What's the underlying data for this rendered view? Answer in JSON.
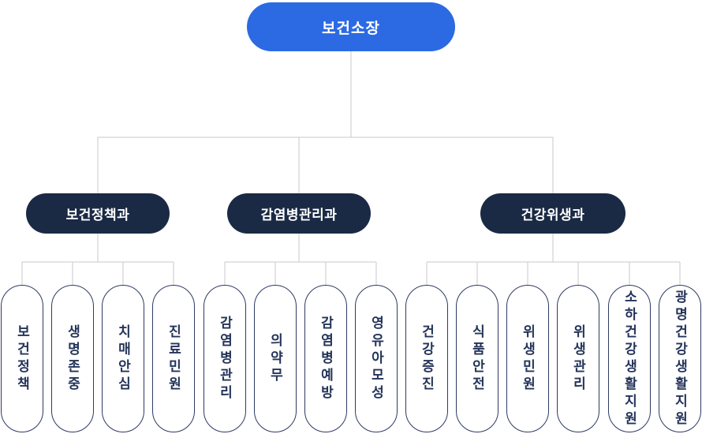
{
  "colors": {
    "root_fill": "#2B6AE3",
    "dept_fill": "#1A2A45",
    "child_border": "#2E3B63",
    "child_text": "#243459",
    "connector_line": "#C8C8C8",
    "background": "#FFFFFF"
  },
  "root": {
    "label": "보건소장"
  },
  "departments": [
    {
      "label": "보건정책과",
      "children": [
        {
          "label": "보건정책"
        },
        {
          "label": "생명존중"
        },
        {
          "label": "치매안심"
        },
        {
          "label": "진료민원"
        }
      ]
    },
    {
      "label": "감염병관리과",
      "children": [
        {
          "label": "감염병관리"
        },
        {
          "label": "의약무"
        },
        {
          "label": "감염병예방"
        },
        {
          "label": "영유아모성"
        }
      ]
    },
    {
      "label": "건강위생과",
      "children": [
        {
          "label": "건강증진"
        },
        {
          "label": "식품안전"
        },
        {
          "label": "위생민원"
        },
        {
          "label": "위생관리"
        },
        {
          "label": "소하건강생활지원"
        },
        {
          "label": "광명건강생활지원"
        }
      ]
    }
  ]
}
